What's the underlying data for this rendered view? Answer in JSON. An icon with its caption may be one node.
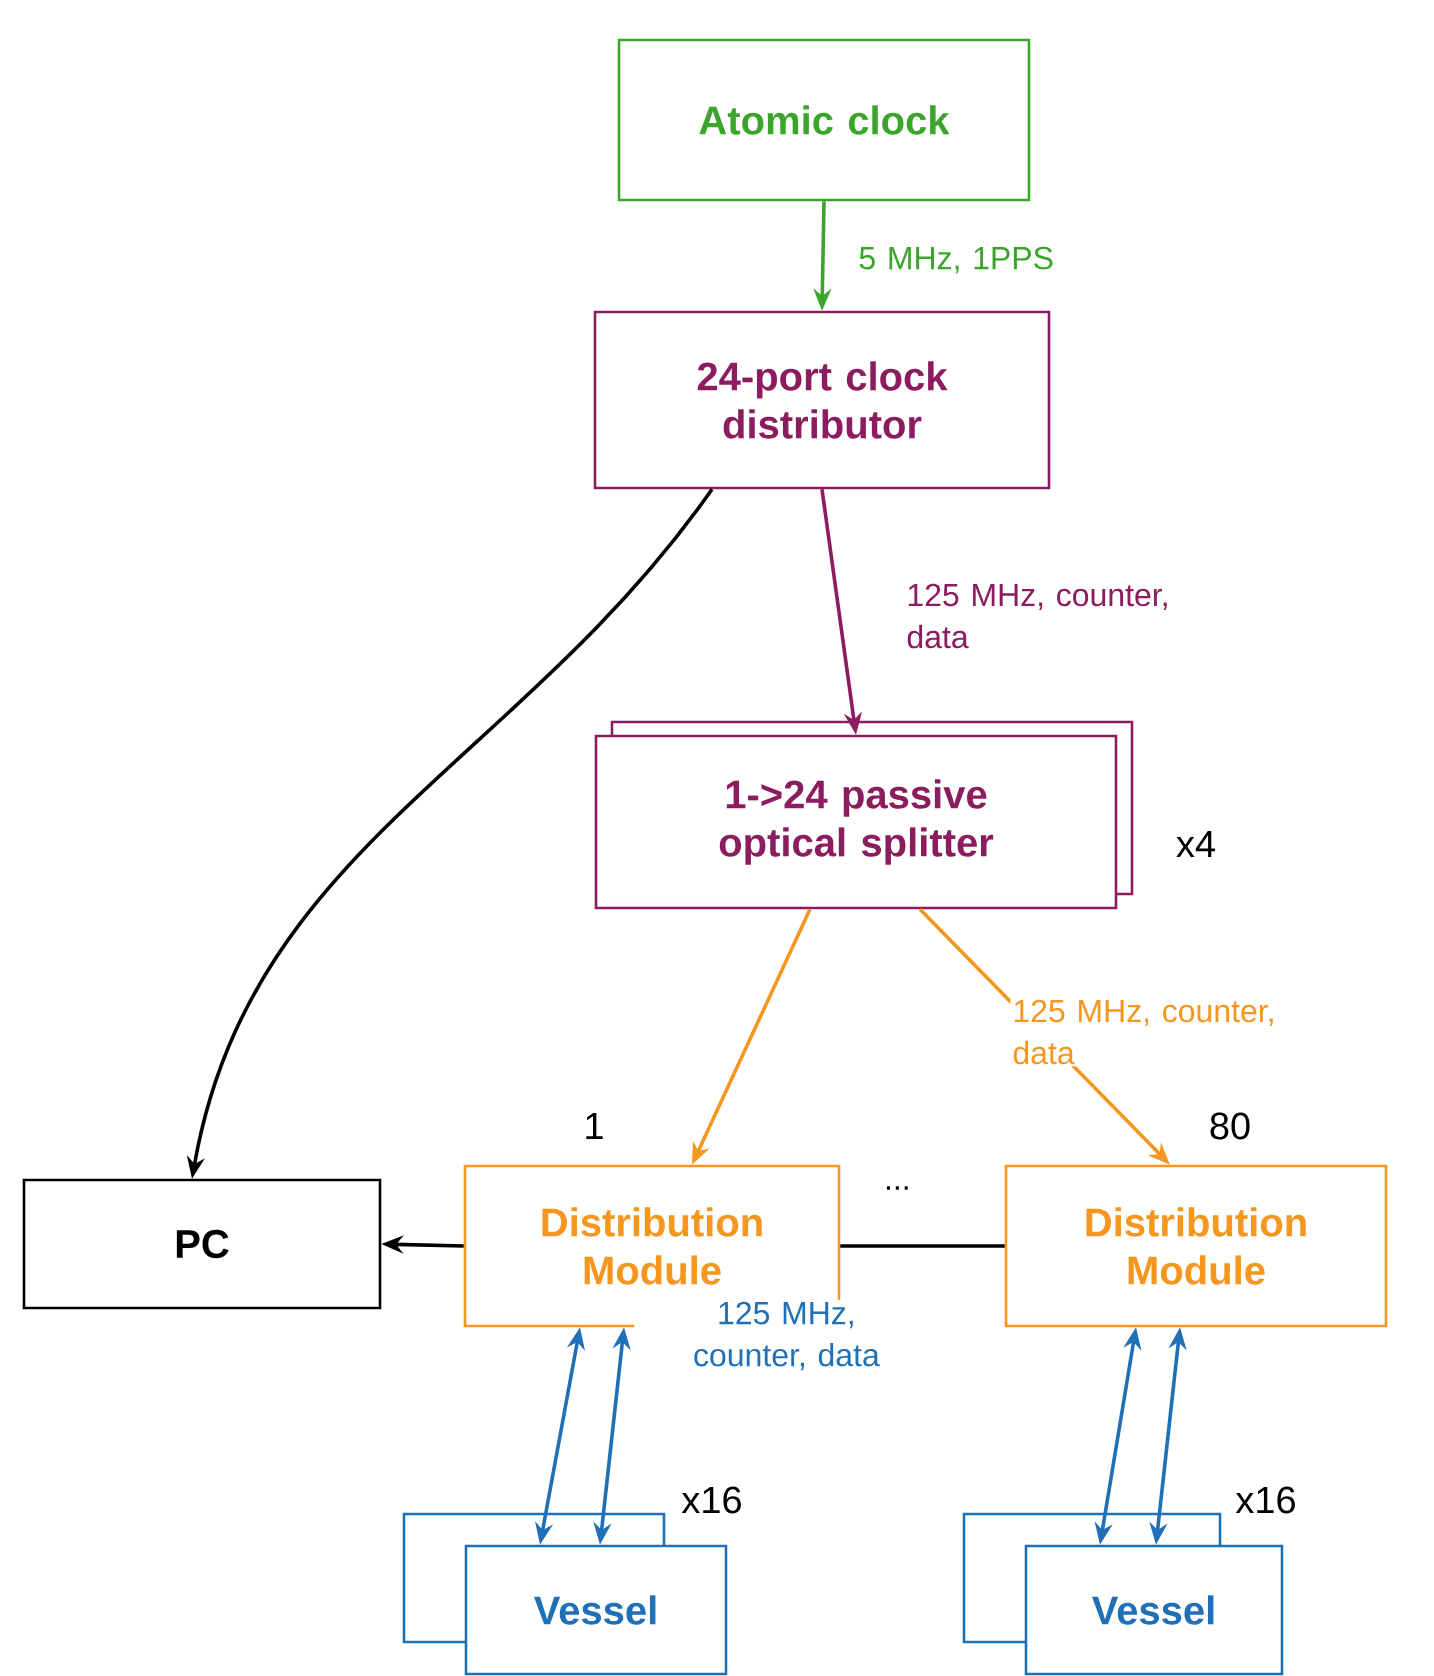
{
  "diagram": {
    "nodes": [
      {
        "text": [
          "Atomic clock"
        ]
      },
      {
        "text": [
          "24-port clock distributor"
        ]
      },
      {
        "text": [
          "1->24 passive optical splitter"
        ],
        "beside": [
          "x4"
        ]
      },
      {
        "text": [
          "PC"
        ]
      },
      {
        "text": [
          "Distribution Module"
        ],
        "beside": [
          "1"
        ]
      },
      {
        "text": [
          "Distribution Module"
        ],
        "beside": [
          "80"
        ]
      },
      {
        "text": [
          "Vessel"
        ],
        "beside": [
          "x16"
        ]
      },
      {
        "text": [
          "Vessel"
        ],
        "beside": [
          "x16"
        ]
      }
    ],
    "edges": [
      {
        "from": 0,
        "to": 1,
        "arrow": "to",
        "label": "5 MHz, 1PPS",
        "color": "#3ba52b"
      },
      {
        "from": 1,
        "to": 2,
        "arrow": "to",
        "label": "125 MHz, counter, data",
        "color": "#8c1c60"
      },
      {
        "from": 1,
        "to": 3,
        "arrow": "to",
        "color": "#000000"
      },
      {
        "from": 2,
        "to": 4,
        "arrow": "to",
        "color": "#f5961e"
      },
      {
        "from": 2,
        "to": 5,
        "arrow": "to",
        "label": "125 MHz, counter, data",
        "color": "#f5961e"
      },
      {
        "from": 4,
        "to": 3,
        "arrow": "to",
        "color": "#000000"
      },
      {
        "from": 5,
        "to": 4,
        "arrow": "none",
        "label": "...",
        "color": "#000000"
      },
      {
        "from": 4,
        "to": 6,
        "arrow": "both",
        "color": "#1f70b6"
      },
      {
        "from": 4,
        "to": 6,
        "arrow": "both",
        "label": "125 MHz, counter, data",
        "color": "#1f70b6"
      },
      {
        "from": 5,
        "to": 7,
        "arrow": "both",
        "color": "#1f70b6"
      },
      {
        "from": 5,
        "to": 7,
        "arrow": "both",
        "color": "#1f70b6"
      }
    ]
  }
}
